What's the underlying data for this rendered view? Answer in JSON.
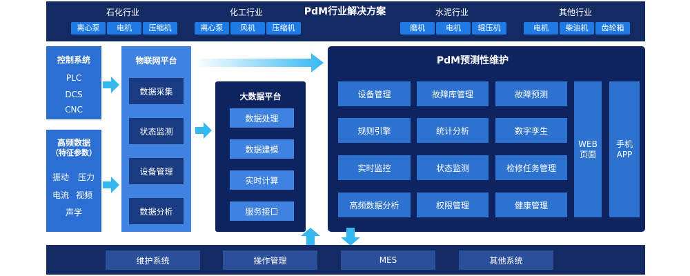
{
  "header": {
    "title": "PdM行业解决方案",
    "industries": [
      {
        "name": "石化行业",
        "chips": [
          "离心泵",
          "电机",
          "压缩机"
        ]
      },
      {
        "name": "化工行业",
        "chips": [
          "离心泵",
          "风机",
          "压缩机"
        ]
      },
      {
        "name": "水泥行业",
        "chips": [
          "磨机",
          "电机",
          "辊压机"
        ]
      },
      {
        "name": "其他行业",
        "chips": [
          "电机",
          "柴油机",
          "齿轮箱"
        ]
      }
    ]
  },
  "control": {
    "title": "控制系统",
    "items": [
      "PLC",
      "DCS",
      "CNC"
    ]
  },
  "highfreq": {
    "title_line1": "高频数据",
    "title_line2": "（特征参数）",
    "rows": [
      [
        "振动",
        "压力"
      ],
      [
        "电流",
        "视频"
      ],
      [
        "声学"
      ]
    ]
  },
  "iot": {
    "title": "物联网平台",
    "items": [
      "数据采集",
      "状态监测",
      "设备管理",
      "数据分析"
    ]
  },
  "bigdata": {
    "title": "大数据平台",
    "items": [
      "数据处理",
      "数据建模",
      "实时计算",
      "服务接口"
    ]
  },
  "pdm": {
    "title": "PdM预测性维护",
    "grid": [
      [
        "设备管理",
        "故障库管理",
        "故障预测"
      ],
      [
        "规则引擎",
        "统计分析",
        "数字孪生"
      ],
      [
        "实时监控",
        "状态监测",
        "检修任务管理"
      ],
      [
        "高频数据分析",
        "权限管理",
        "健康管理"
      ]
    ],
    "web_line1": "WEB",
    "web_line2": "页面",
    "app_line1": "手机",
    "app_line2": "APP"
  },
  "bottom": {
    "items": [
      "维护系统",
      "操作管理",
      "MES",
      "其他系统"
    ]
  },
  "colors": {
    "navy": "#0d2461",
    "dark": "#142a63",
    "accent": "#1f7ae6",
    "arrow": "#35b8f2"
  }
}
